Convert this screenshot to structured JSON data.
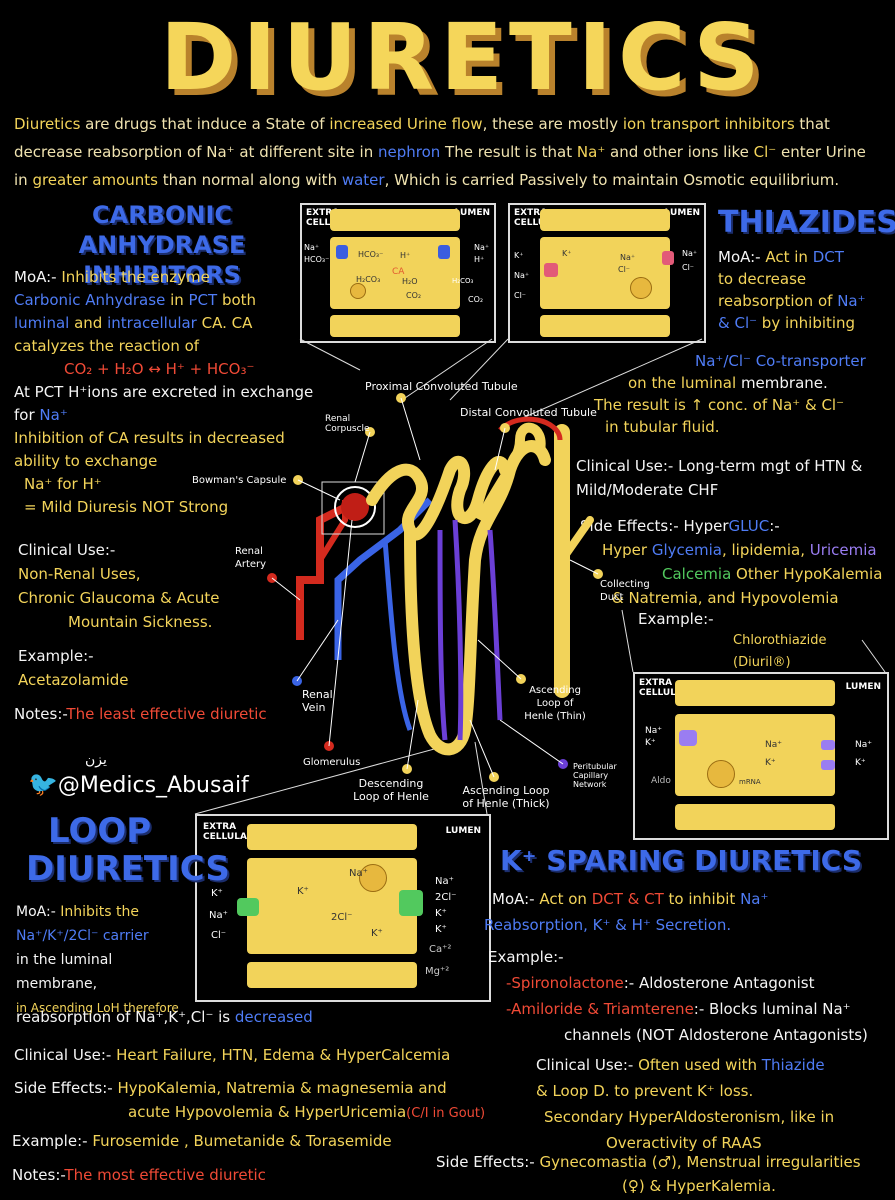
{
  "title": "DIURETICS",
  "intro": {
    "p1": "Diuretics",
    "p2": " are drugs that induce a State of ",
    "p3": "increased Urine flow",
    "p4": ", these are mostly ",
    "p5": "ion transport inhibitors",
    "p6": " that decrease reabsorption of Na⁺ at different site in ",
    "p7": "nephron",
    "p8": " The result is that ",
    "p9": "Na⁺",
    "p10": " and other ions like ",
    "p11": "Cl⁻",
    "p12": " enter Urine in ",
    "p13": "greater amounts",
    "p14": " than normal along with ",
    "p15": "water",
    "p16": ", Which is carried Passively to maintain Osmotic equilibrium."
  },
  "ca": {
    "heading_1": "CARBONIC ANHYDRASE",
    "heading_2": "INHIBITORS",
    "moa_label": "MoA:-",
    "moa_1": " Inhibits the enzyme",
    "moa_2": "Carbonic Anhydrase",
    "moa_3": " in ",
    "moa_4": "PCT",
    "moa_5": " both",
    "moa_6": "luminal",
    "moa_7": " and ",
    "moa_8": "intracellular",
    "moa_9": " CA. CA",
    "moa_10": "catalyzes the reaction of",
    "reaction": "CO₂ + H₂O ↔ H⁺ + HCO₃⁻",
    "pct_1": "At PCT H⁺ions are excreted in exchange",
    "pct_2": "for ",
    "pct_3": "Na⁺",
    "inhib_1": "Inhibition of CA results in decreased",
    "inhib_2": "ability to exchange",
    "inhib_3": "Na⁺ for H⁺",
    "inhib_4": "= Mild Diuresis NOT Strong",
    "clin_label": "Clinical Use:-",
    "clin_1": "Non-Renal Uses,",
    "clin_2": "Chronic Glaucoma & Acute",
    "clin_3": "Mountain Sickness.",
    "ex_label": "Example:-",
    "ex_value": "Acetazolamide",
    "notes_label": "Notes:-",
    "notes_value": "The least effective diuretic"
  },
  "thiazides": {
    "heading": "THIAZIDES",
    "moa_label": "MoA:-",
    "moa_1": " Act in ",
    "moa_2": "DCT",
    "moa_3": "to decrease",
    "moa_4": "reabsorption of ",
    "moa_5": "Na⁺",
    "moa_6": "& Cl⁻",
    "moa_7": " by inhibiting",
    "moa_8": "Na⁺/Cl⁻ Co-transporter",
    "moa_9": "on the luminal ",
    "moa_10": "membrane.",
    "moa_11": "The result is ↑ conc. of Na⁺ & Cl⁻",
    "moa_12": "in tubular fluid.",
    "clin_label": "Clinical Use:-",
    "clin_1": " Long-term mgt of HTN &",
    "clin_2": "Mild/Moderate CHF",
    "side_label": "Side Effects:-",
    "side_1": " Hyper",
    "side_2": "GLUC",
    "side_3": ":-",
    "side_4": "Hyper ",
    "side_5": "Glycemia",
    "side_6": ", lipidemia, ",
    "side_7": "Uricemia",
    "side_8": "Calcemia",
    "side_9": " Other HypoKalemia",
    "side_10": "& Natremia, and Hypovolemia",
    "ex_label": "Example:-",
    "ex_value": "Chlorothiazide (Diuril®)"
  },
  "loop": {
    "heading_1": "LOOP",
    "heading_2": "DIURETICS",
    "moa_label": "MoA:-",
    "moa_1": " Inhibits the",
    "moa_2": "Na⁺/K⁺/2Cl⁻ carrier",
    "moa_3": "in the luminal membrane,",
    "moa_4": "in Ascending LoH therefore",
    "moa_5": "reabsorption of Na⁺,K⁺,Cl⁻ is ",
    "moa_6": "decreased",
    "clin_label": "Clinical Use:-",
    "clin_value": " Heart Failure, HTN, Edema & HyperCalcemia",
    "side_label": "Side Effects:-",
    "side_1": " HypoKalemia, Natremia & magnesemia and",
    "side_2": "acute Hypovolemia & HyperUricemia",
    "side_3": "(C/I in Gout)",
    "ex_label": "Example:-",
    "ex_value": " Furosemide , Bumetanide & Torasemide",
    "notes_label": "Notes:-",
    "notes_value": "The most effective diuretic"
  },
  "ksparing": {
    "heading": "K⁺ SPARING DIURETICS",
    "moa_label": "MoA:-",
    "moa_1": " Act on ",
    "moa_2": "DCT & CT",
    "moa_3": " to inhibit ",
    "moa_4": "Na⁺",
    "moa_5": "Reabsorption, K⁺ & H⁺ Secretion.",
    "ex_label": "Example:-",
    "ex_1a": "-Spironolactone",
    "ex_1b": ":- Aldosterone Antagonist",
    "ex_2a": "-Amiloride & Triamterene",
    "ex_2b": ":- Blocks luminal Na⁺",
    "ex_2c": "channels (NOT Aldosterone Antagonists)",
    "clin_label": "Clinical Use:-",
    "clin_1": " Often used with ",
    "clin_2": "Thiazide",
    "clin_3": "& Loop D. to prevent K⁺ loss.",
    "clin_4": "Secondary HyperAldosteronism, like in",
    "clin_5": "Overactivity of RAAS",
    "side_label": "Side Effects:-",
    "side_1": " Gynecomastia (♂), Menstrual irregularities",
    "side_2": "(♀) & HyperKalemia."
  },
  "social": {
    "arabic": "يزن",
    "handle": "@Medics_Abusaif"
  },
  "diagram": {
    "pct": "Proximal Convoluted Tubule",
    "dct": "Distal Convoluted Tubule",
    "renal_corpuscle": "Renal Corpuscle",
    "bowmans": "Bowman's Capsule",
    "renal_artery": "Renal Artery",
    "renal_vein": "Renal Vein",
    "glomerulus": "Glomerulus",
    "descending": "Descending Loop of Henle",
    "ascending_thick": "Ascending Loop of Henle (Thick)",
    "ascending_thin": "Ascending Loop of Henle (Thin)",
    "peritubular": "Peritubular Capillary Network",
    "collecting": "Collecting Duct"
  },
  "boxes": {
    "extra": "EXTRA CELLULAR",
    "lumen": "LUMEN",
    "ca_box": {
      "na": "Na⁺",
      "hco3": "HCO₃⁻",
      "h": "H⁺",
      "ca": "CA",
      "h2o": "H₂O",
      "co2": "CO₂",
      "h2co3": "H₂CO₃"
    },
    "th_box": {
      "k": "K⁺",
      "na": "Na⁺",
      "cl": "Cl⁻"
    },
    "ks_box": {
      "na": "Na⁺",
      "k": "K⁺",
      "aldo": "Aldo",
      "mrna": "mRNA"
    },
    "loop_box": {
      "na": "Na⁺",
      "k": "K⁺",
      "cl": "Cl⁻",
      "twocl": "2Cl⁻",
      "ca2": "Ca⁺²",
      "mg2": "Mg⁺²"
    }
  },
  "colors": {
    "yellow": "#f3d45a",
    "blue": "#3d6ae8",
    "red": "#f04a36",
    "green": "#52c95e",
    "purple": "#9a7df2"
  }
}
